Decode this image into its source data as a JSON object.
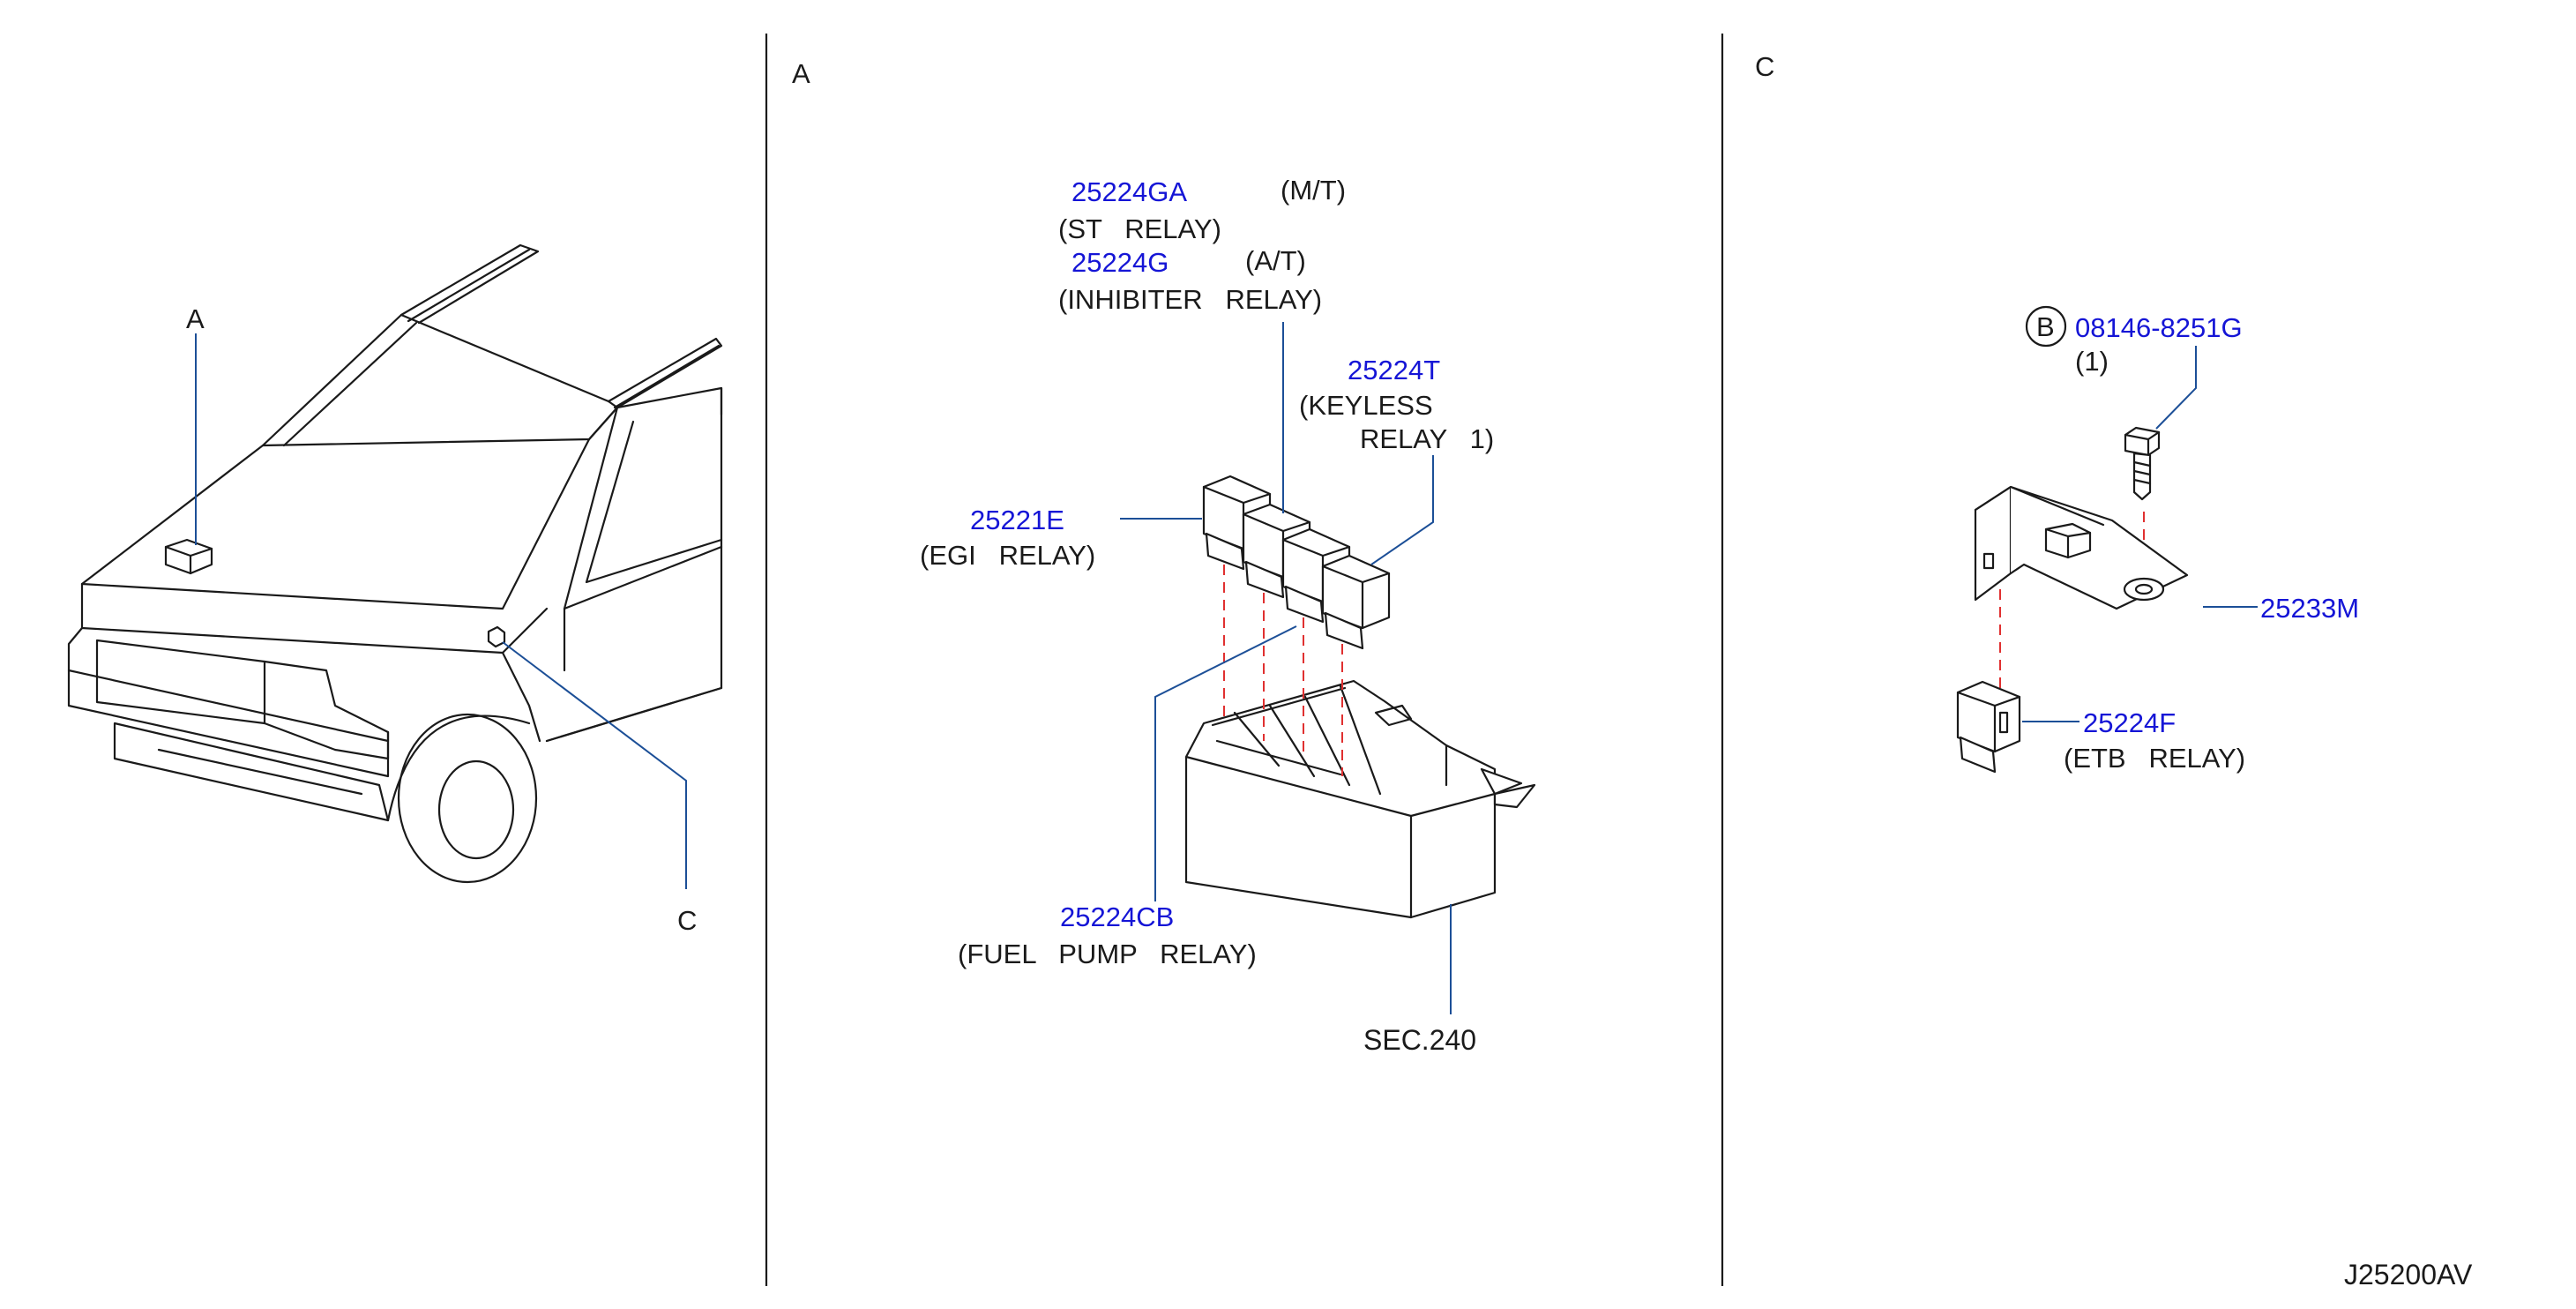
{
  "sections": {
    "overview": {
      "label_a": "A",
      "label_c": "C"
    },
    "a": {
      "title": "A"
    },
    "c": {
      "title": "C"
    }
  },
  "parts_a": {
    "st_relay": {
      "number": "25224GA",
      "variant": "(M/T)",
      "name": "(ST   RELAY)"
    },
    "inhibiter_relay": {
      "number": "25224G",
      "variant": "(A/T)",
      "name": "(INHIBITER   RELAY)"
    },
    "keyless_relay": {
      "number": "25224T",
      "name_line1": "(KEYLESS",
      "name_line2": "RELAY   1)"
    },
    "egi_relay": {
      "number": "25221E",
      "name": "(EGI   RELAY)"
    },
    "fuel_pump_relay": {
      "number": "25224CB",
      "name": "(FUEL   PUMP   RELAY)"
    },
    "section_ref": "SEC.240"
  },
  "parts_c": {
    "bolt": {
      "callout": "B",
      "number": "08146-8251G",
      "qty": "(1)"
    },
    "bracket": {
      "number": "25233M"
    },
    "etb_relay": {
      "number": "25224F",
      "name": "(ETB   RELAY)"
    }
  },
  "diagram_code": "J25200AV",
  "colors": {
    "part_number": "#1515d6",
    "leader": "#1c4f97",
    "dashed_guide": "#e03030",
    "linework": "#1a1a1a"
  }
}
